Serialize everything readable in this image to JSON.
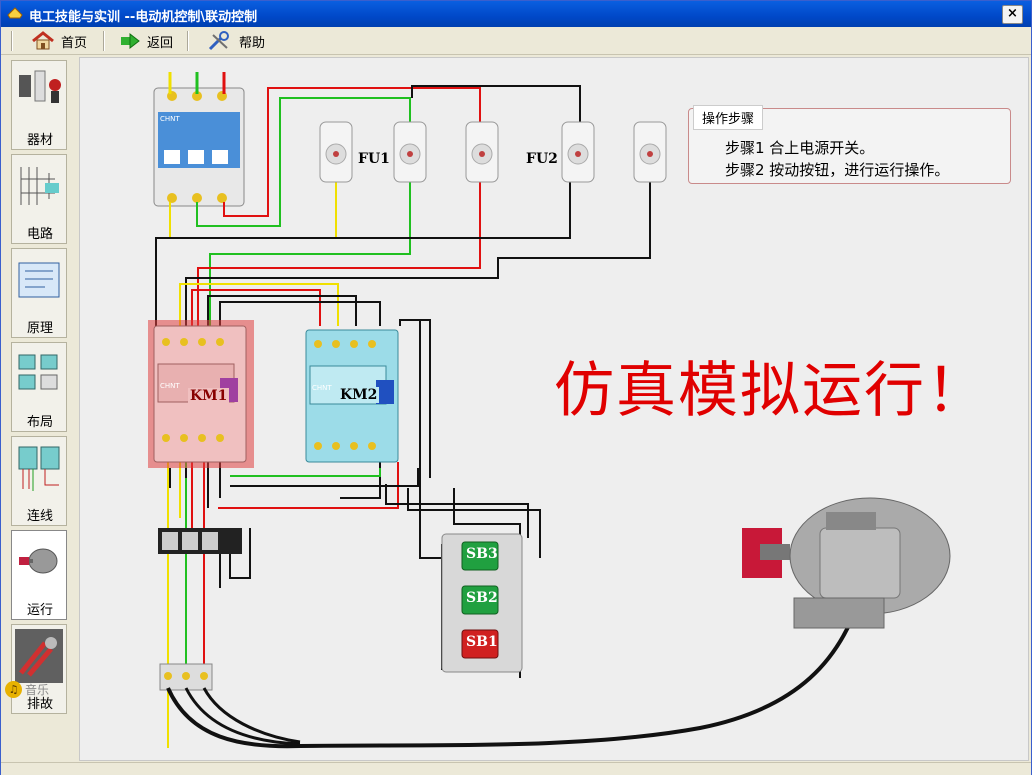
{
  "window": {
    "title": "电工技能与实训 --电动机控制\\联动控制",
    "close_label": "×"
  },
  "toolbar": {
    "home_label": "首页",
    "back_label": "返回",
    "help_label": "帮助"
  },
  "sidebar": {
    "items": [
      {
        "label": "器材"
      },
      {
        "label": "电路"
      },
      {
        "label": "原理"
      },
      {
        "label": "布局"
      },
      {
        "label": "连线"
      },
      {
        "label": "运行"
      },
      {
        "label": "排故"
      }
    ],
    "music_label": "音乐"
  },
  "panel": {
    "tab_label": "操作步骤",
    "steps": [
      "步骤1  合上电源开关。",
      "步骤2  按动按钮，进行运行操作。"
    ]
  },
  "headline": "仿真模拟运行！",
  "devices": {
    "fu1": "FU1",
    "fu2": "FU2",
    "km1": "KM1",
    "km2": "KM2",
    "sb3": "SB3",
    "sb2": "SB2",
    "sb1": "SB1",
    "breaker_brand": "CHNT",
    "km_brand": "CHNT"
  },
  "colors": {
    "highlight": "#e04040",
    "wire_yellow": "#f0e000",
    "wire_green": "#20c020",
    "wire_red": "#e01010",
    "wire_black": "#111111",
    "headline": "#e00000"
  }
}
